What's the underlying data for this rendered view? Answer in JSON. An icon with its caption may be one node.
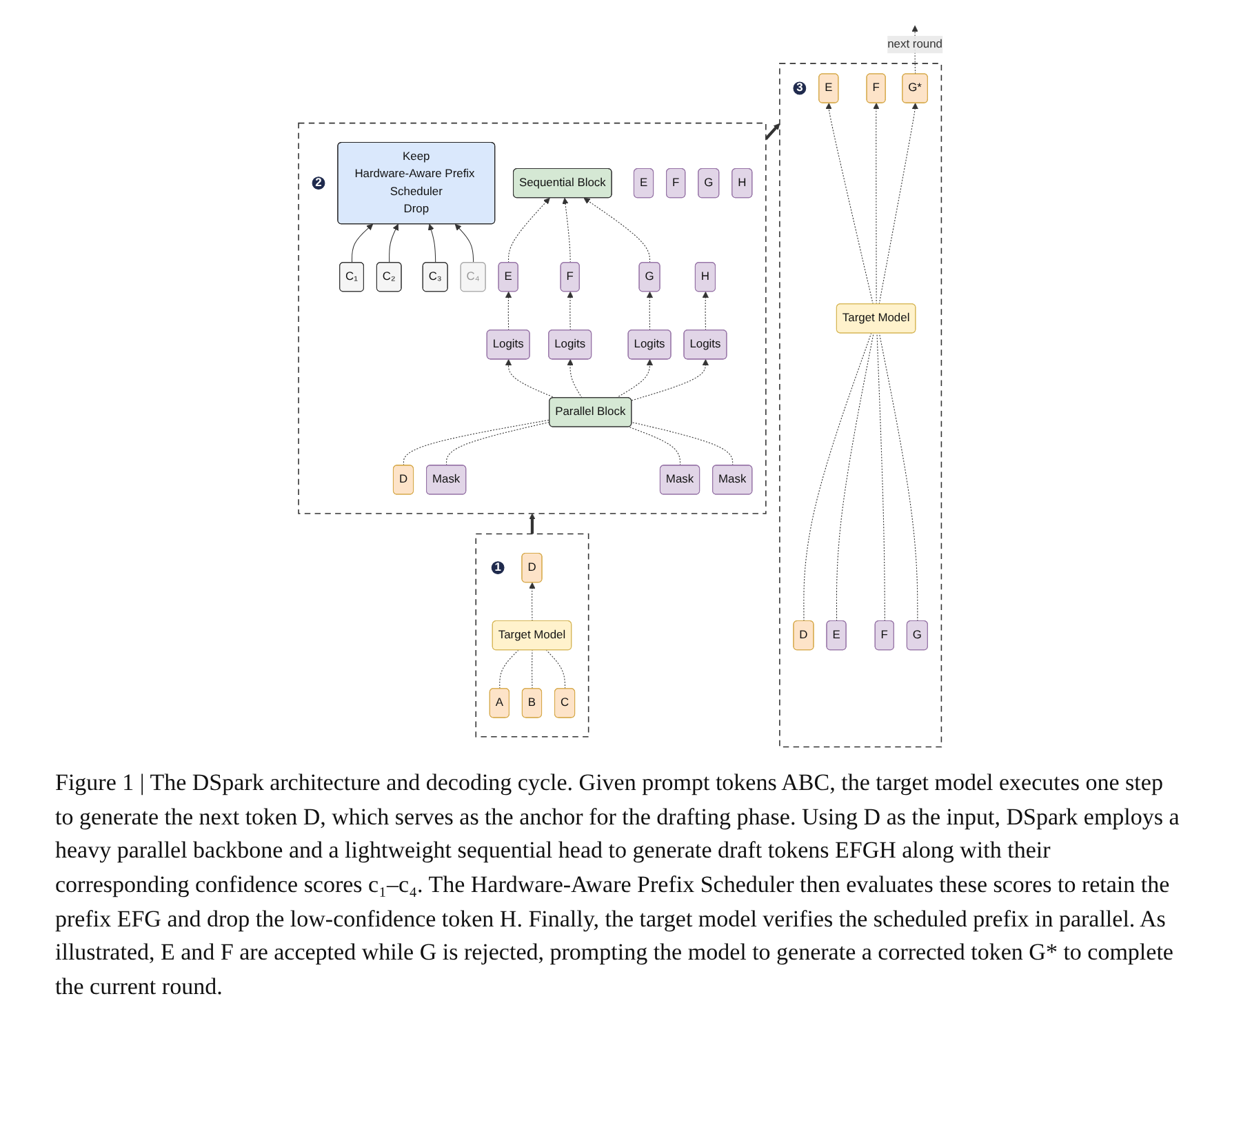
{
  "diagram": {
    "caption": "Figure 1 | The DSpark architecture and decoding cycle. Given prompt tokens ABC, the target model executes one step to generate the next token D, which serves as the anchor for the drafting phase. Using D as the input, DSpark employs a heavy parallel backbone and a lightweight sequential head to generate draft tokens EFGH along with their corresponding confidence scores c₁–c₄. The Hardware-Aware Prefix Scheduler then evaluates these scores to retain the prefix EFG and drop the low-confidence token H. Finally, the target model verifies the scheduled prefix in parallel. As illustrated, E and F are accepted while G is rejected, prompting the model to generate a corrected token G* to complete the current round.",
    "nodes": [
      {
        "text": [],
        "shape": "box"
      },
      {
        "text": [
          "3"
        ],
        "in": 0
      },
      {
        "text": [
          "Target Model"
        ],
        "in": 0
      },
      {
        "text": [
          "E"
        ],
        "in": 0
      },
      {
        "text": [
          "F"
        ],
        "in": 0
      },
      {
        "text": [
          "G*"
        ],
        "in": 0
      },
      {
        "text": [
          "D"
        ],
        "in": 0
      },
      {
        "text": [
          "E"
        ],
        "in": 0
      },
      {
        "text": [
          "F"
        ],
        "in": 0
      },
      {
        "text": [
          "G"
        ],
        "in": 0
      },
      {
        "text": [],
        "shape": "box"
      },
      {
        "text": [
          "2"
        ],
        "in": 10
      },
      {
        "text": [
          "E"
        ],
        "in": 10
      },
      {
        "text": [
          "F"
        ],
        "in": 10
      },
      {
        "text": [
          "G"
        ],
        "in": 10
      },
      {
        "text": [
          "H"
        ],
        "in": 10
      },
      {
        "text": [
          "Keep",
          "Hardware-Aware Prefix Scheduler",
          "Drop"
        ],
        "in": 10
      },
      {
        "text": [
          "C₁"
        ],
        "in": 10
      },
      {
        "text": [
          "C₂"
        ],
        "in": 10
      },
      {
        "text": [
          "C₃"
        ],
        "in": 10
      },
      {
        "text": [
          "C₄"
        ],
        "in": 10
      },
      {
        "text": [
          "E"
        ],
        "in": 10
      },
      {
        "text": [
          "F"
        ],
        "in": 10
      },
      {
        "text": [
          "G"
        ],
        "in": 10
      },
      {
        "text": [
          "H"
        ],
        "in": 10
      },
      {
        "text": [
          "Sequential Block"
        ],
        "in": 10
      },
      {
        "text": [
          "Logits"
        ],
        "in": 10
      },
      {
        "text": [
          "Logits"
        ],
        "in": 10
      },
      {
        "text": [
          "Logits"
        ],
        "in": 10
      },
      {
        "text": [
          "Logits"
        ],
        "in": 10
      },
      {
        "text": [
          "Parallel Block"
        ],
        "in": 10
      },
      {
        "text": [
          "D"
        ],
        "in": 10
      },
      {
        "text": [
          "Mask"
        ],
        "in": 10
      },
      {
        "text": [
          "Mask"
        ],
        "in": 10
      },
      {
        "text": [
          "Mask"
        ],
        "in": 10
      },
      {
        "text": [],
        "shape": "box"
      },
      {
        "text": [
          "1"
        ],
        "in": 35
      },
      {
        "text": [
          "Target Model"
        ],
        "in": 35
      },
      {
        "text": [
          "D"
        ],
        "in": 35
      },
      {
        "text": [
          "A"
        ],
        "in": 35
      },
      {
        "text": [
          "B"
        ],
        "in": 35
      },
      {
        "text": [
          "C"
        ],
        "in": 35
      }
    ],
    "edges": [
      {
        "from": 6,
        "to": 2,
        "arrow": "none",
        "style": "dashed"
      },
      {
        "from": 7,
        "to": 2,
        "arrow": "none",
        "style": "dashed"
      },
      {
        "from": 8,
        "to": 2,
        "arrow": "none",
        "style": "dashed"
      },
      {
        "from": 9,
        "to": 2,
        "arrow": "none",
        "style": "dashed"
      },
      {
        "from": 2,
        "to": 3,
        "arrow": "to",
        "style": "dashed"
      },
      {
        "from": 2,
        "to": 4,
        "arrow": "to",
        "style": "dashed"
      },
      {
        "from": 2,
        "to": 5,
        "arrow": "to",
        "style": "dashed"
      },
      {
        "from": 5,
        "to": null,
        "arrow": "to",
        "style": "dashed",
        "label": "next round"
      },
      {
        "from": 17,
        "to": 16,
        "arrow": "to"
      },
      {
        "from": 18,
        "to": 16,
        "arrow": "to"
      },
      {
        "from": 19,
        "to": 16,
        "arrow": "to"
      },
      {
        "from": 20,
        "to": 16,
        "arrow": "to"
      },
      {
        "from": 26,
        "to": 21,
        "arrow": "to",
        "style": "dashed"
      },
      {
        "from": 27,
        "to": 22,
        "arrow": "to",
        "style": "dashed"
      },
      {
        "from": 28,
        "to": 23,
        "arrow": "to",
        "style": "dashed"
      },
      {
        "from": 29,
        "to": 24,
        "arrow": "to",
        "style": "dashed"
      },
      {
        "from": 21,
        "to": 25,
        "arrow": "to",
        "style": "dashed"
      },
      {
        "from": 22,
        "to": 25,
        "arrow": "to",
        "style": "dashed"
      },
      {
        "from": 23,
        "to": 25,
        "arrow": "to",
        "style": "dashed"
      },
      {
        "from": 30,
        "to": 26,
        "arrow": "to",
        "style": "dashed"
      },
      {
        "from": 30,
        "to": 27,
        "arrow": "to",
        "style": "dashed"
      },
      {
        "from": 30,
        "to": 28,
        "arrow": "to",
        "style": "dashed"
      },
      {
        "from": 30,
        "to": 29,
        "arrow": "to",
        "style": "dashed"
      },
      {
        "from": 31,
        "to": 30,
        "arrow": "none",
        "style": "dashed"
      },
      {
        "from": 32,
        "to": 30,
        "arrow": "none",
        "style": "dashed"
      },
      {
        "from": 33,
        "to": 30,
        "arrow": "none",
        "style": "dashed"
      },
      {
        "from": 34,
        "to": 30,
        "arrow": "none",
        "style": "dashed"
      },
      {
        "from": 39,
        "to": 37,
        "arrow": "none",
        "style": "dashed"
      },
      {
        "from": 40,
        "to": 37,
        "arrow": "none",
        "style": "dashed"
      },
      {
        "from": 41,
        "to": 37,
        "arrow": "none",
        "style": "dashed"
      },
      {
        "from": 37,
        "to": 38,
        "arrow": "to",
        "style": "dashed"
      },
      {
        "from": 35,
        "to": 10,
        "arrow": "to",
        "style": "thick"
      },
      {
        "from": 10,
        "to": 0,
        "arrow": "to",
        "style": "thick"
      }
    ]
  }
}
